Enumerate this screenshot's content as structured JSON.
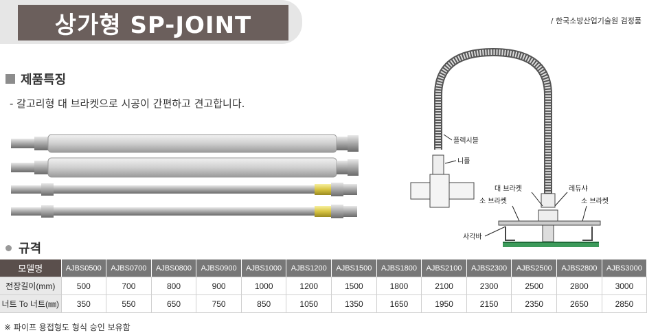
{
  "header": {
    "title": "상가형 SP-JOINT",
    "certification": "/ 한국소방산업기술원 검정품"
  },
  "features": {
    "heading": "제품특징",
    "description": "- 갈고리형 대 브라켓으로 시공이 간편하고 견고합니다."
  },
  "diagram": {
    "labels": {
      "flexible": "플렉시블",
      "nipple": "니플",
      "large_bracket": "대 브라켓",
      "reducer": "레듀샤",
      "small_bracket_left": "소 브라켓",
      "small_bracket_right": "소 브라켓",
      "square_bar": "사각바"
    }
  },
  "spec": {
    "heading": "규격",
    "header_label": "모델명",
    "models": [
      "AJBS0500",
      "AJBS0700",
      "AJBS0800",
      "AJBS0900",
      "AJBS1000",
      "AJBS1200",
      "AJBS1500",
      "AJBS1800",
      "AJBS2100",
      "AJBS2300",
      "AJBS2500",
      "AJBS2800",
      "AJBS3000"
    ],
    "rows": [
      {
        "label": "전장길이(mm)",
        "values": [
          "500",
          "700",
          "800",
          "900",
          "1000",
          "1200",
          "1500",
          "1800",
          "2100",
          "2300",
          "2500",
          "2800",
          "3000"
        ]
      },
      {
        "label": "너트 To 너트(㎜)",
        "values": [
          "350",
          "550",
          "650",
          "750",
          "850",
          "1050",
          "1350",
          "1650",
          "1950",
          "2150",
          "2350",
          "2650",
          "2850"
        ]
      }
    ]
  },
  "footnote": "※ 파이프 용접형도 형식 승인 보유함"
}
